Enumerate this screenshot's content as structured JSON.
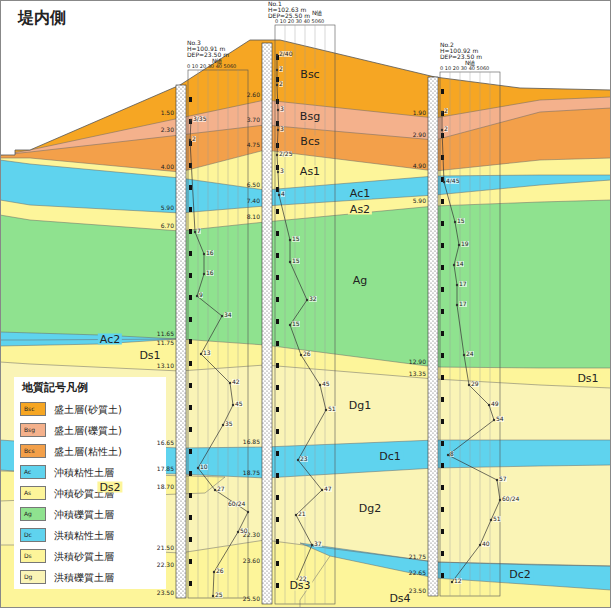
{
  "diagram": {
    "labels": [
      "堤内側",
      "No.3",
      "H=100.91 m",
      "DEP=23.50 m",
      "N値",
      "0 10 20 30 40 5060",
      "No.1",
      "H=102.63 m",
      "DEP=25.50 m",
      "N値",
      "0 10 20 30 40 5060",
      "No.2",
      "H=100.92 m",
      "DEP=23.50 m",
      "N値",
      "0 10 20 30 40 5060",
      "Bsc",
      "Bsg",
      "Bcs",
      "As1",
      "Ac1",
      "As2",
      "Ag",
      "Ac2",
      "Ds1",
      "Ds1",
      "Dg1",
      "Dc1",
      "Ds2",
      "Dg2",
      "Ds3",
      "Dc2",
      "Ds4",
      "1.50",
      "2.30",
      "4.00",
      "5.90",
      "6.70",
      "11.65",
      "11.75",
      "13.10",
      "16.65",
      "17.85",
      "18.70",
      "21.50",
      "22.30",
      "23.50",
      "2.60",
      "3.70",
      "4.75",
      "6.50",
      "7.40",
      "8.10",
      "16.85",
      "18.75",
      "22.30",
      "23.60",
      "25.50",
      "1.90",
      "2.90",
      "4.90",
      "5.90",
      "12.90",
      "13.35",
      "21.75",
      "22.65",
      "23.50",
      "3/35",
      "2",
      "7",
      "16",
      "16",
      "9",
      "34",
      "13",
      "42",
      "45",
      "35",
      "10",
      "27",
      "60/24",
      "50",
      "26",
      "25",
      "2/40",
      "2",
      "2",
      "3",
      "3",
      "2/25",
      "3",
      "4",
      "15",
      "15",
      "32",
      "15",
      "26",
      "45",
      "51",
      "23",
      "47",
      "21",
      "37",
      "22",
      "2",
      "2",
      "4/45",
      "15",
      "19",
      "14",
      "17",
      "17",
      "24",
      "29",
      "49",
      "54",
      "8",
      "57",
      "60/24",
      "51",
      "40",
      "12",
      "地質記号凡例",
      "Bsc",
      "Bsg",
      "Bcs",
      "Ac",
      "As",
      "Ag",
      "Dc",
      "Ds",
      "Dg"
    ],
    "legend": [
      {
        "text": "盛土層(砂質土)",
        "color": "#f6a623"
      },
      {
        "text": "盛土層(礫質土)",
        "color": "#f4b18c"
      },
      {
        "text": "盛土層(粘性土)",
        "color": "#f3a04a"
      },
      {
        "text": "沖積粘性土層",
        "color": "#5fd3ee"
      },
      {
        "text": "沖積砂質土層",
        "color": "#fdf59a"
      },
      {
        "text": "沖積礫質土層",
        "color": "#8fe28f"
      },
      {
        "text": "洪積粘性土層",
        "color": "#5fd3ee"
      },
      {
        "text": "洪積砂質土層",
        "color": "#fdf59a"
      },
      {
        "text": "洪積礫質土層",
        "color": "#faf4b6"
      }
    ]
  }
}
